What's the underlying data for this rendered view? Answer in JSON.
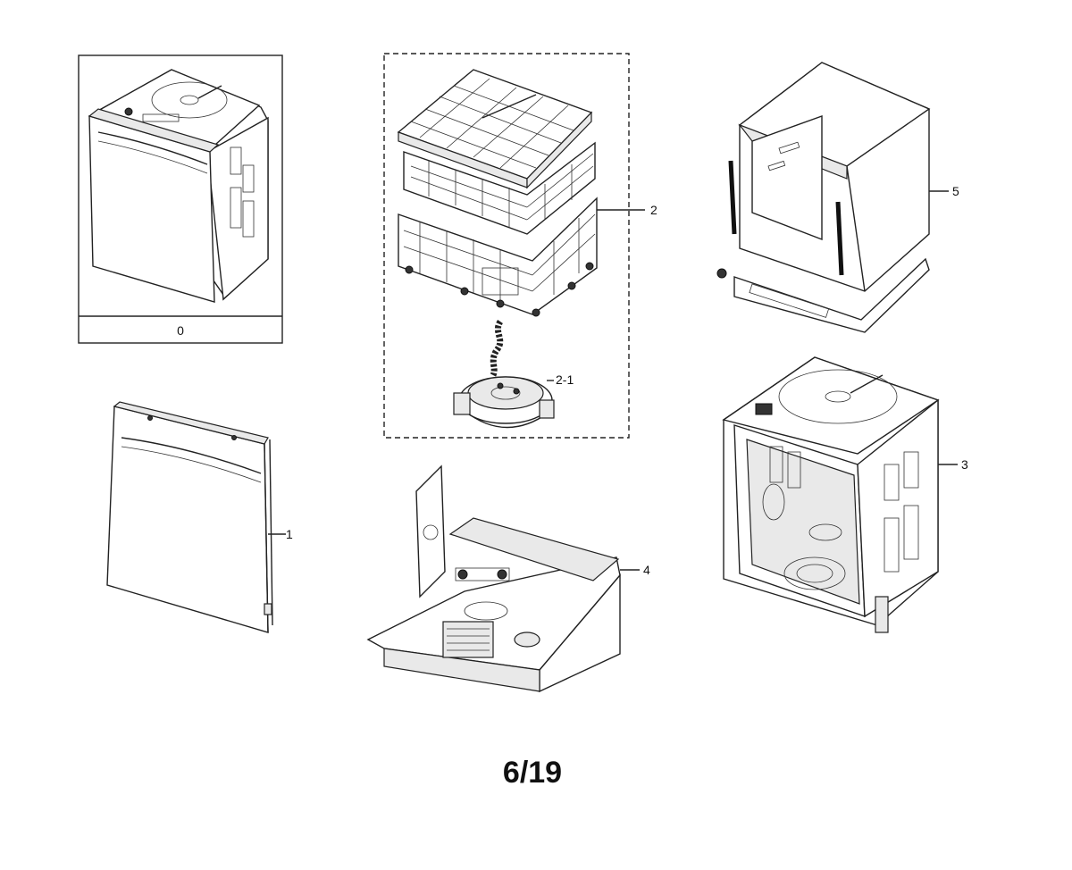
{
  "callouts": {
    "c0": "0",
    "c1": "1",
    "c2": "2",
    "c2_1": "2-1",
    "c3": "3",
    "c4": "4",
    "c5": "5"
  },
  "page_number": "6/19"
}
